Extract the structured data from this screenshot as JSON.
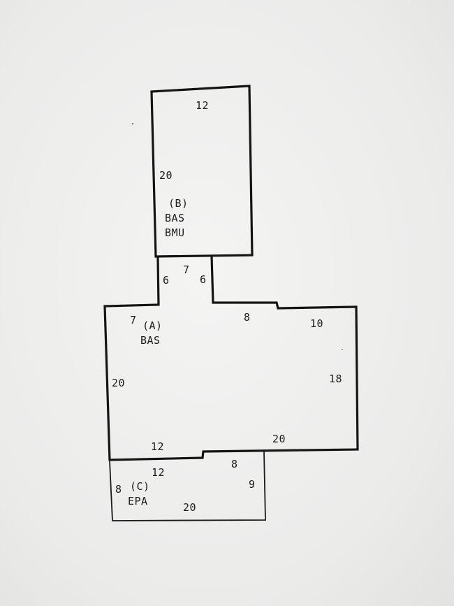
{
  "sections": {
    "b": {
      "tag": "(B)",
      "codes": [
        "BAS",
        "BMU"
      ]
    },
    "a": {
      "tag": "(A)",
      "codes": [
        "BAS"
      ]
    },
    "c": {
      "tag": "(C)",
      "codes": [
        "EPA"
      ]
    }
  },
  "dimensions": {
    "b_top": "12",
    "b_left": "20",
    "connector_left": "6",
    "connector_top": "7",
    "connector_right": "6",
    "a_top_left": "7",
    "a_top_mid": "8",
    "a_top_right": "10",
    "a_left": "20",
    "a_right": "18",
    "a_bottom_left": "12",
    "a_bottom_right": "20",
    "c_top_left": "12",
    "c_top_right": "8",
    "c_left": "8",
    "c_right": "9",
    "c_bottom": "20"
  }
}
